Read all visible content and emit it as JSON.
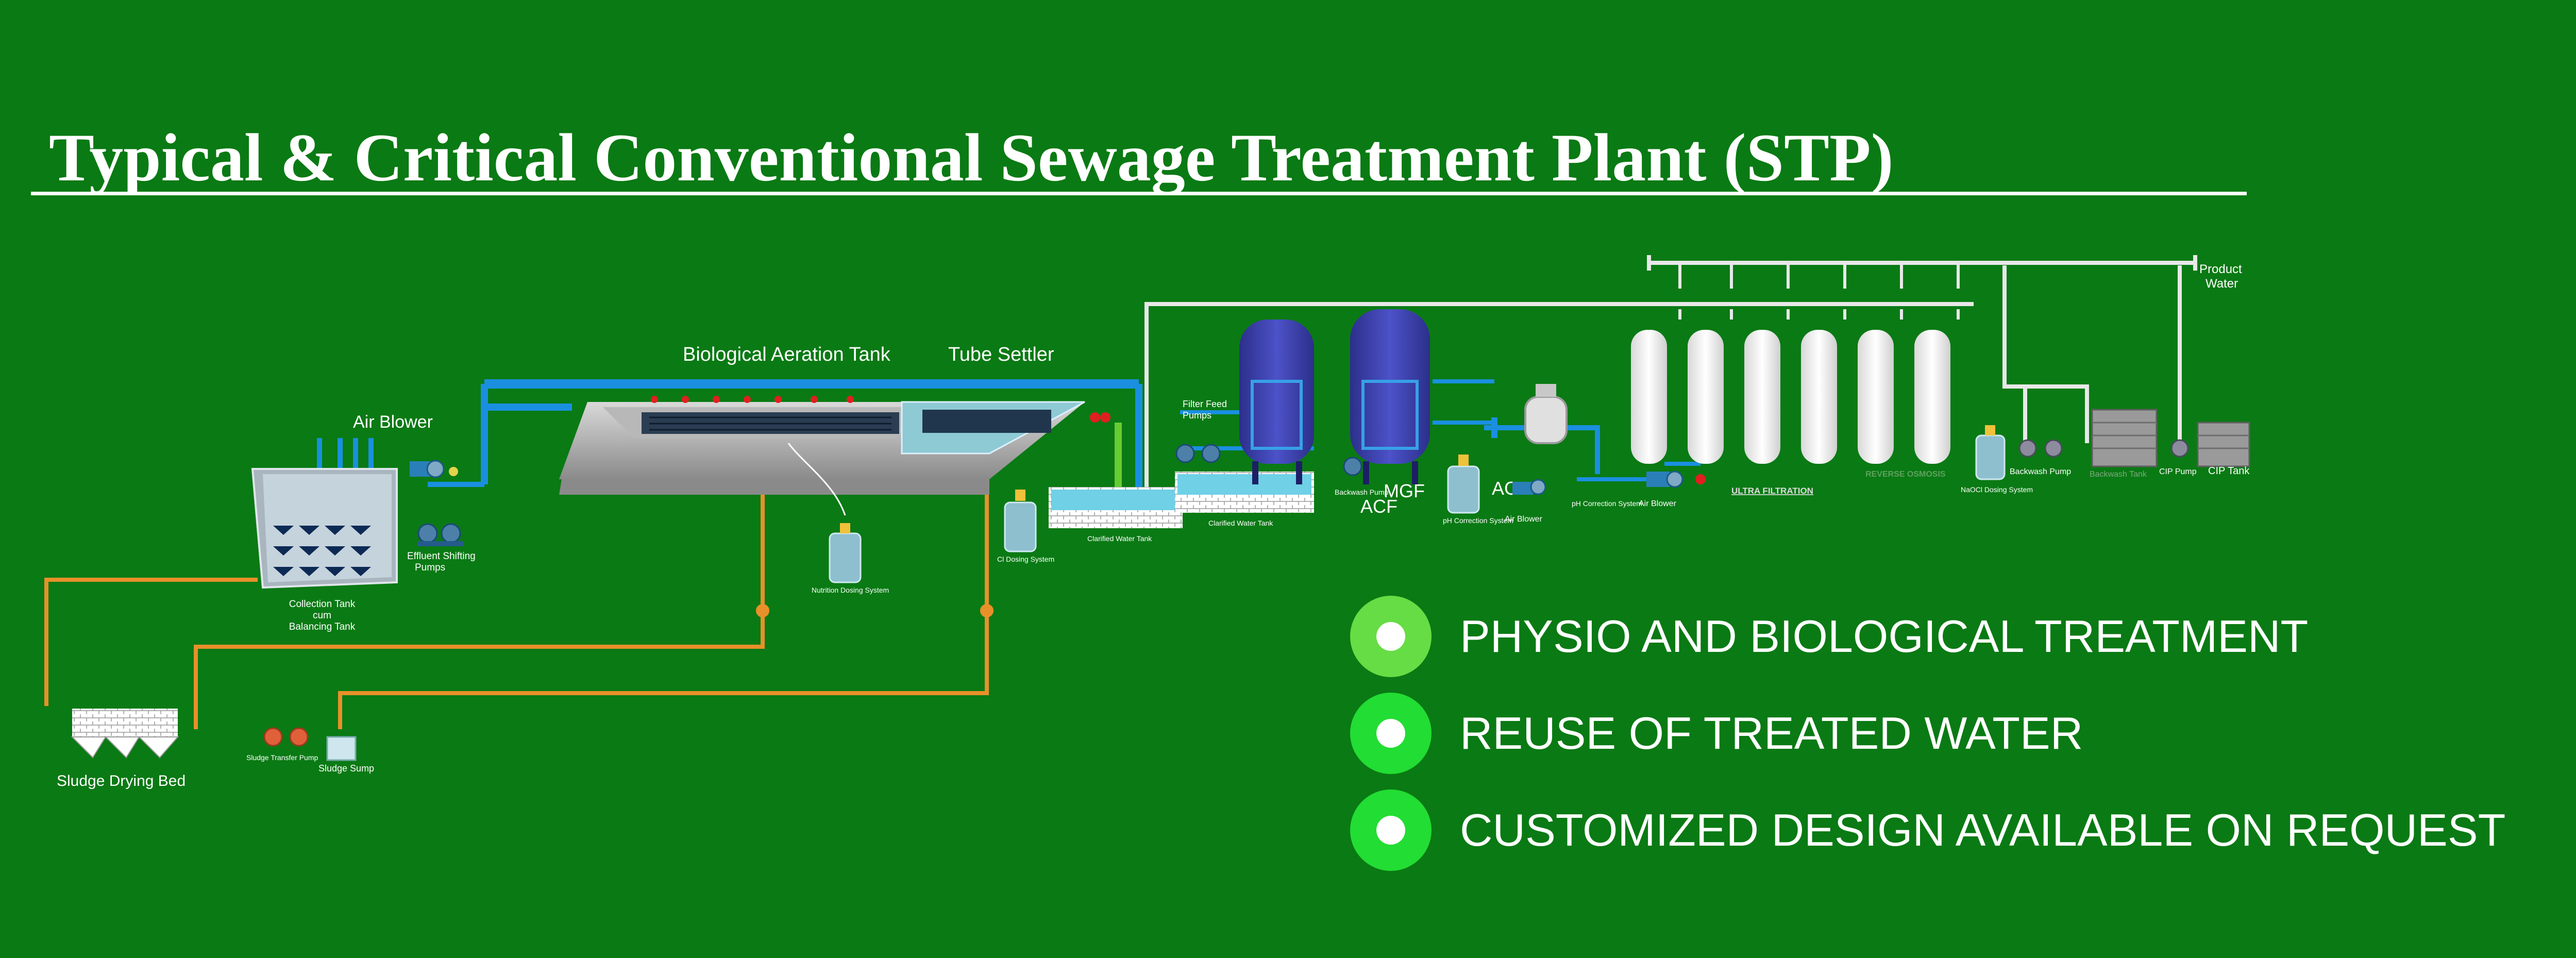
{
  "header": {
    "title": "Typical & Critical  Conventional  Sewage Treatment Plant (STP)"
  },
  "colors": {
    "background": "#0a7a14",
    "water_pipe": "#1a8fe0",
    "sludge_pipe": "#e8902a",
    "vessel_blue": "#3b3fa8",
    "bullet_1": "#66dd44",
    "bullet_2": "#22dd33",
    "bullet_3": "#22dd33"
  },
  "labels": {
    "biological_aeration_tank": "Biological Aeration Tank",
    "tube_settler": "Tube Settler",
    "air_blower": "Air Blower",
    "effluent_shifting_pumps_1": "Effluent Shifting",
    "effluent_shifting_pumps_2": "Pumps",
    "collection_tank_1": "Collection Tank",
    "collection_tank_2": "cum",
    "collection_tank_3": "Balancing Tank",
    "nutrition_dosing": "Nutrition Dosing System",
    "cl_dosing": "Cl Dosing System",
    "clarified_water_tank": "Clarified Water Tank",
    "clarified_water_tank_2": "Clarified Water Tank",
    "filter_feed_pumps_1": "Filter Feed",
    "filter_feed_pumps_2": "Pumps",
    "backwash_pump": "Backwash Pump",
    "mgf_1": "MGF",
    "acf_1": "ACF",
    "acf_2": "ACF",
    "ph_correction": "pH Correction System",
    "air_blower_2": "Air Blower",
    "ph_correction_2": "pH Correction System",
    "air_blower_3": "Air Blower",
    "ultra_filtration": "ULTRA FILTRATION",
    "reverse_osmosis": "REVERSE OSMOSIS",
    "naocl_dosing": "NaOCl Dosing System",
    "uf_backwash_pump": "Backwash Pump",
    "backwash_tank": "Backwash Tank",
    "cip_pump": "CIP Pump",
    "cip_tank": "CIP Tank",
    "product_water_1": "Product",
    "product_water_2": "Water",
    "sludge_drying_bed": "Sludge Drying Bed",
    "sludge_transfer_pump": "Sludge Transfer Pump",
    "sludge_sump": "Sludge Sump"
  },
  "bullets": [
    {
      "text": "PHYSIO AND BIOLOGICAL TREATMENT",
      "color": "#66dd44"
    },
    {
      "text": "REUSE OF  TREATED WATER",
      "color": "#22dd33"
    },
    {
      "text": "CUSTOMIZED DESIGN  AVAILABLE ON REQUEST",
      "color": "#22dd33"
    }
  ]
}
